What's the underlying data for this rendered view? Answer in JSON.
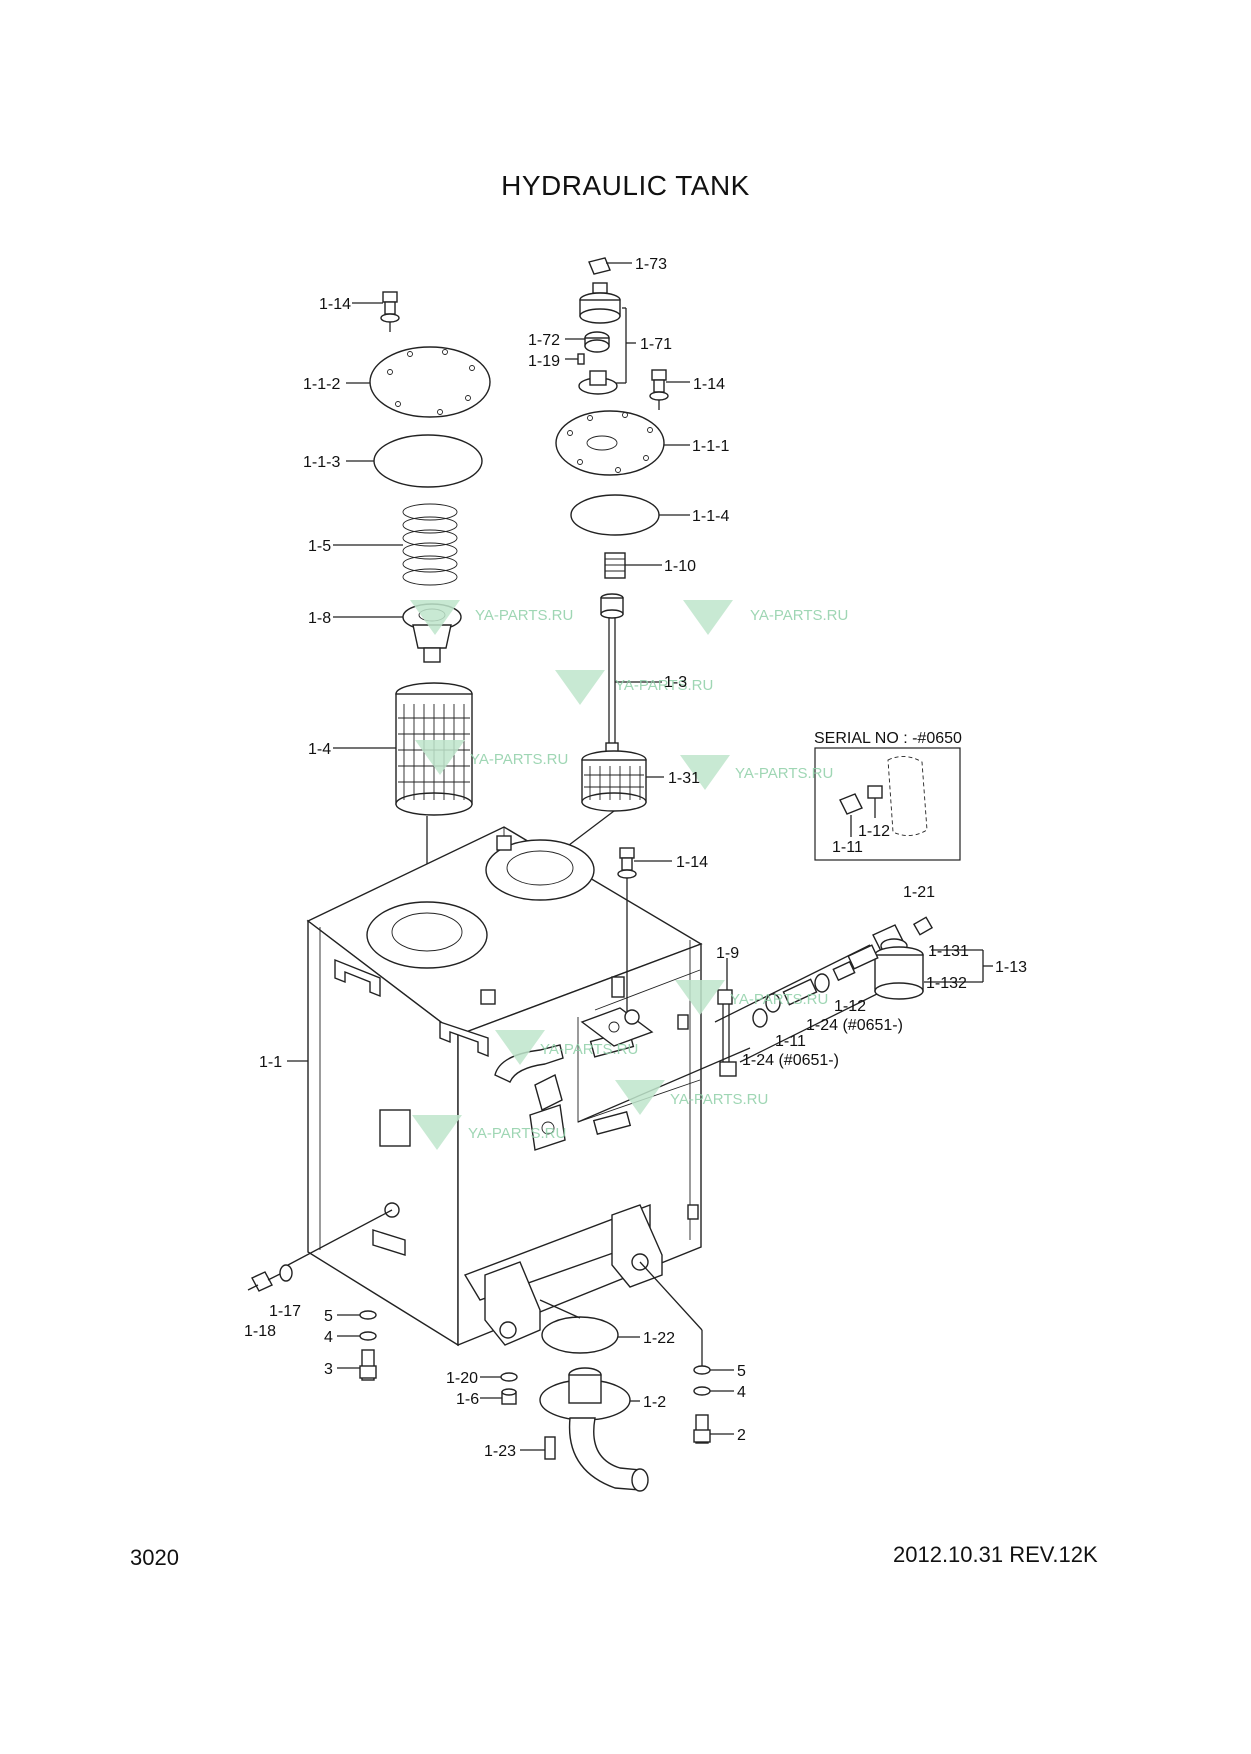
{
  "title": "HYDRAULIC TANK",
  "page_number": "3020",
  "date_revision": "2012.10.31  REV.12K",
  "serial_box_title": "SERIAL NO : -#0650",
  "watermark_text": "YA-PARTS.RU",
  "watermark_logo": "YP",
  "watermark_color": "#8fd0a8",
  "labels": {
    "l_1_73": "1-73",
    "l_1_14_a": "1-14",
    "l_1_72": "1-72",
    "l_1_71": "1-71",
    "l_1_19": "1-19",
    "l_1_14_b": "1-14",
    "l_1_1_2": "1-1-2",
    "l_1_1_1": "1-1-1",
    "l_1_1_3": "1-1-3",
    "l_1_1_4": "1-1-4",
    "l_1_5": "1-5",
    "l_1_10": "1-10",
    "l_1_8": "1-8",
    "l_1_3": "1-3",
    "l_1_4": "1-4",
    "l_1_31": "1-31",
    "l_1_12_box": "1-12",
    "l_1_11_box": "1-11",
    "l_1_14_c": "1-14",
    "l_1_21": "1-21",
    "l_1_131": "1-131",
    "l_1_13": "1-13",
    "l_1_132": "1-132",
    "l_1_9": "1-9",
    "l_1_12": "1-12",
    "l_1_24_a": "1-24 (#0651-)",
    "l_1_11": "1-11",
    "l_1_24_b": "1-24 (#0651-)",
    "l_1_1": "1-1",
    "l_1_17": "1-17",
    "l_1_18": "1-18",
    "l_5_a": "5",
    "l_4_a": "4",
    "l_3": "3",
    "l_1_22": "1-22",
    "l_1_20": "1-20",
    "l_1_6": "1-6",
    "l_1_2": "1-2",
    "l_5_b": "5",
    "l_4_b": "4",
    "l_2": "2",
    "l_1_23": "1-23"
  }
}
